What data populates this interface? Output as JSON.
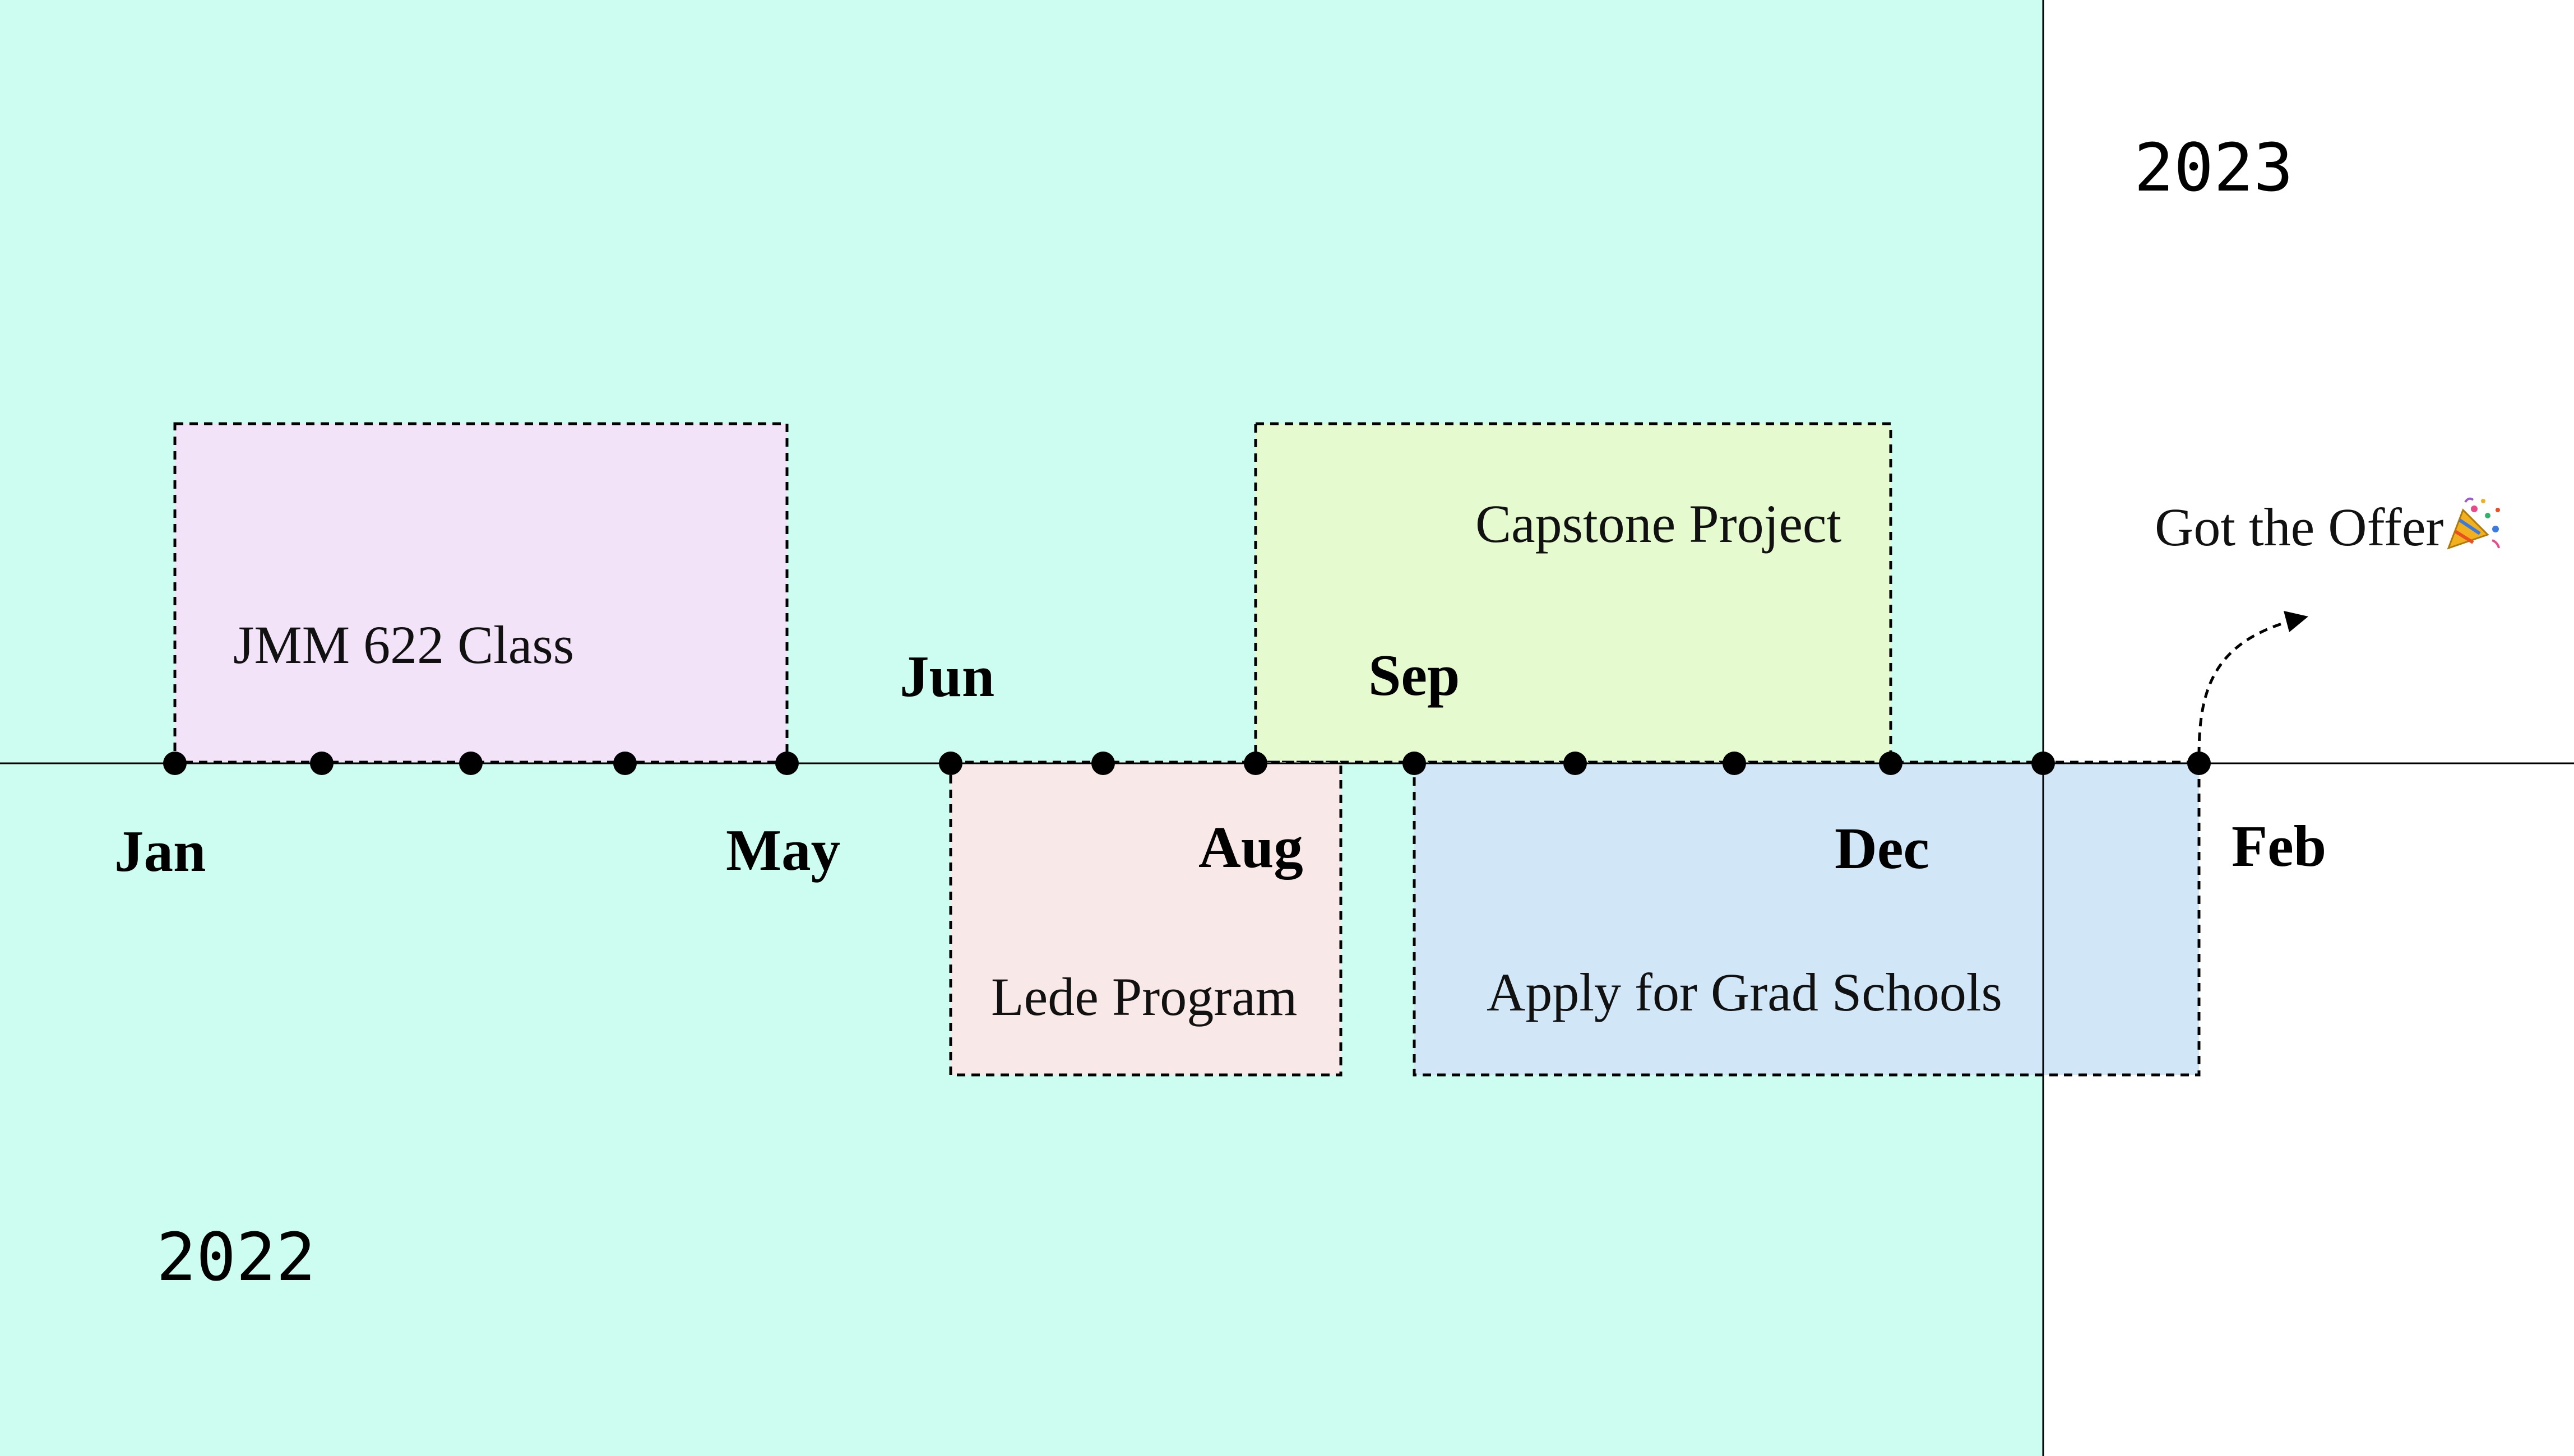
{
  "years": {
    "left": "2022",
    "right": "2023"
  },
  "months": {
    "jan": "Jan",
    "may": "May",
    "jun": "Jun",
    "aug": "Aug",
    "sep": "Sep",
    "dec": "Dec",
    "feb": "Feb"
  },
  "events": {
    "jmm": "JMM 622 Class",
    "lede": "Lede Program",
    "capstone": "Capstone Project",
    "grad": "Apply for Grad Schools",
    "offer": "Got the Offer",
    "offer_icon": "party-popper-icon"
  },
  "colors": {
    "year_2022_bg": "#cdfdf1",
    "year_2023_bg": "#ffffff",
    "jmm_fill": "#f2e3f9",
    "lede_fill": "#f8e8e7",
    "capstone_fill": "#e5fbcf",
    "grad_fill": "#d1e7f7"
  }
}
